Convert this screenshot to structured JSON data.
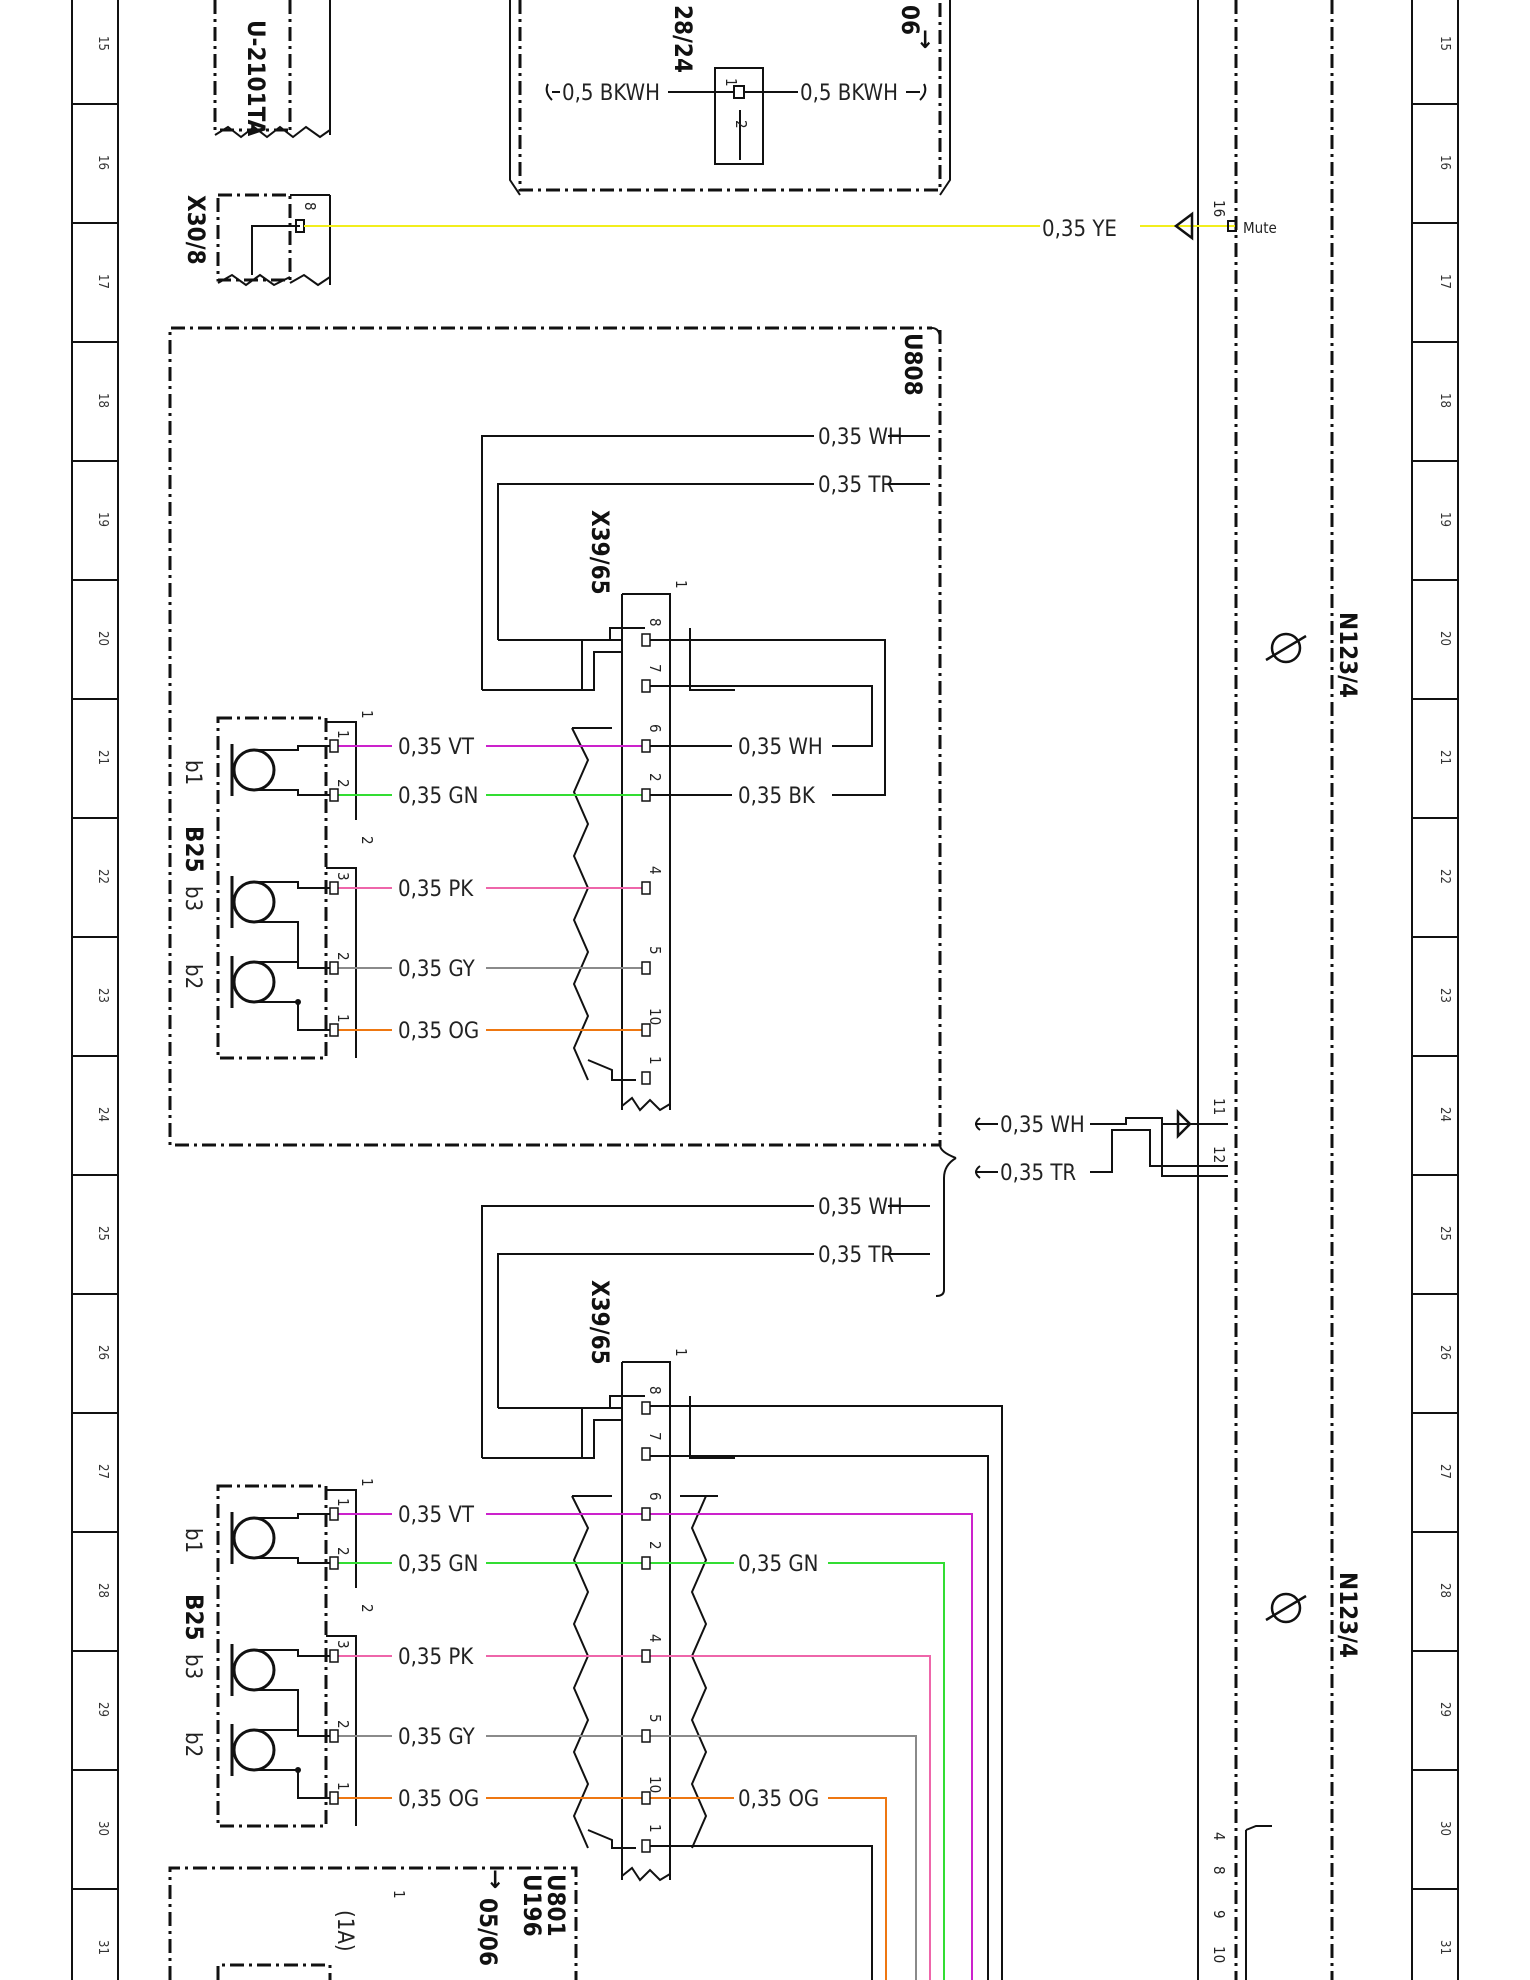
{
  "diagram": {
    "grid_rows": [
      "15",
      "16",
      "17",
      "18",
      "19",
      "20",
      "21",
      "22",
      "23",
      "24",
      "25",
      "26",
      "27",
      "28",
      "29",
      "30",
      "31"
    ],
    "components": {
      "u2101ta": "U-2101TA",
      "x30_8": "X30/8",
      "x30_8_pin": "8",
      "ref_28_24": "28/24",
      "ref_28_24_pin1": "1",
      "ref_28_24_pin2": "2",
      "ref_top_06": "06",
      "u808": "U808",
      "n123_4": "N123/4",
      "x39_65": "X39/65",
      "b25": "B25",
      "b1": "b1",
      "b2": "b2",
      "b3": "b3",
      "u801": "U801",
      "u196": "U196",
      "ref_05_06": "05/06",
      "ref_1a": "(1A)",
      "mute": "Mute",
      "one": "1",
      "two": "2"
    },
    "wires": {
      "top_left": "0,5 BKWH",
      "top_right": "0,5 BKWH",
      "mute_wire": "0,35 YE",
      "u808_wh": "0,35 WH",
      "u808_tr": "0,35 TR",
      "n123_wh": "0,35 WH",
      "n123_tr": "0,35 TR",
      "u801_wh": "0,35 WH",
      "u801_tr": "0,35 TR",
      "a_vt": "0,35 VT",
      "a_gn": "0,35 GN",
      "a_pk": "0,35 PK",
      "a_gy": "0,35 GY",
      "a_og": "0,35 OG",
      "a_wh_right": "0,35 WH",
      "a_bk_right": "0,35 BK",
      "b_vt": "0,35 VT",
      "b_gn": "0,35 GN",
      "b_pk": "0,35 PK",
      "b_gy": "0,35 GY",
      "b_og": "0,35 OG",
      "b_gn_right": "0,35 GN",
      "b_og_right": "0,35 OG"
    },
    "pins": {
      "n123_16": "16",
      "n123_11": "11",
      "n123_12": "12",
      "c8": "8",
      "c7": "7",
      "c6": "6",
      "c2": "2",
      "c4": "4",
      "c5": "5",
      "c10": "10",
      "c1": "1",
      "s1": "1",
      "s2": "2",
      "s3": "3",
      "bottom_4": "4",
      "bottom_8": "8",
      "bottom_9": "9",
      "bottom_10": "10"
    },
    "colors": {
      "yellow": "#f2ee1c",
      "violet": "#cc22cc",
      "green": "#33dd33",
      "pink": "#ee66aa",
      "gray": "#8a8a8a",
      "orange": "#ee7711",
      "black": "#111111"
    }
  }
}
